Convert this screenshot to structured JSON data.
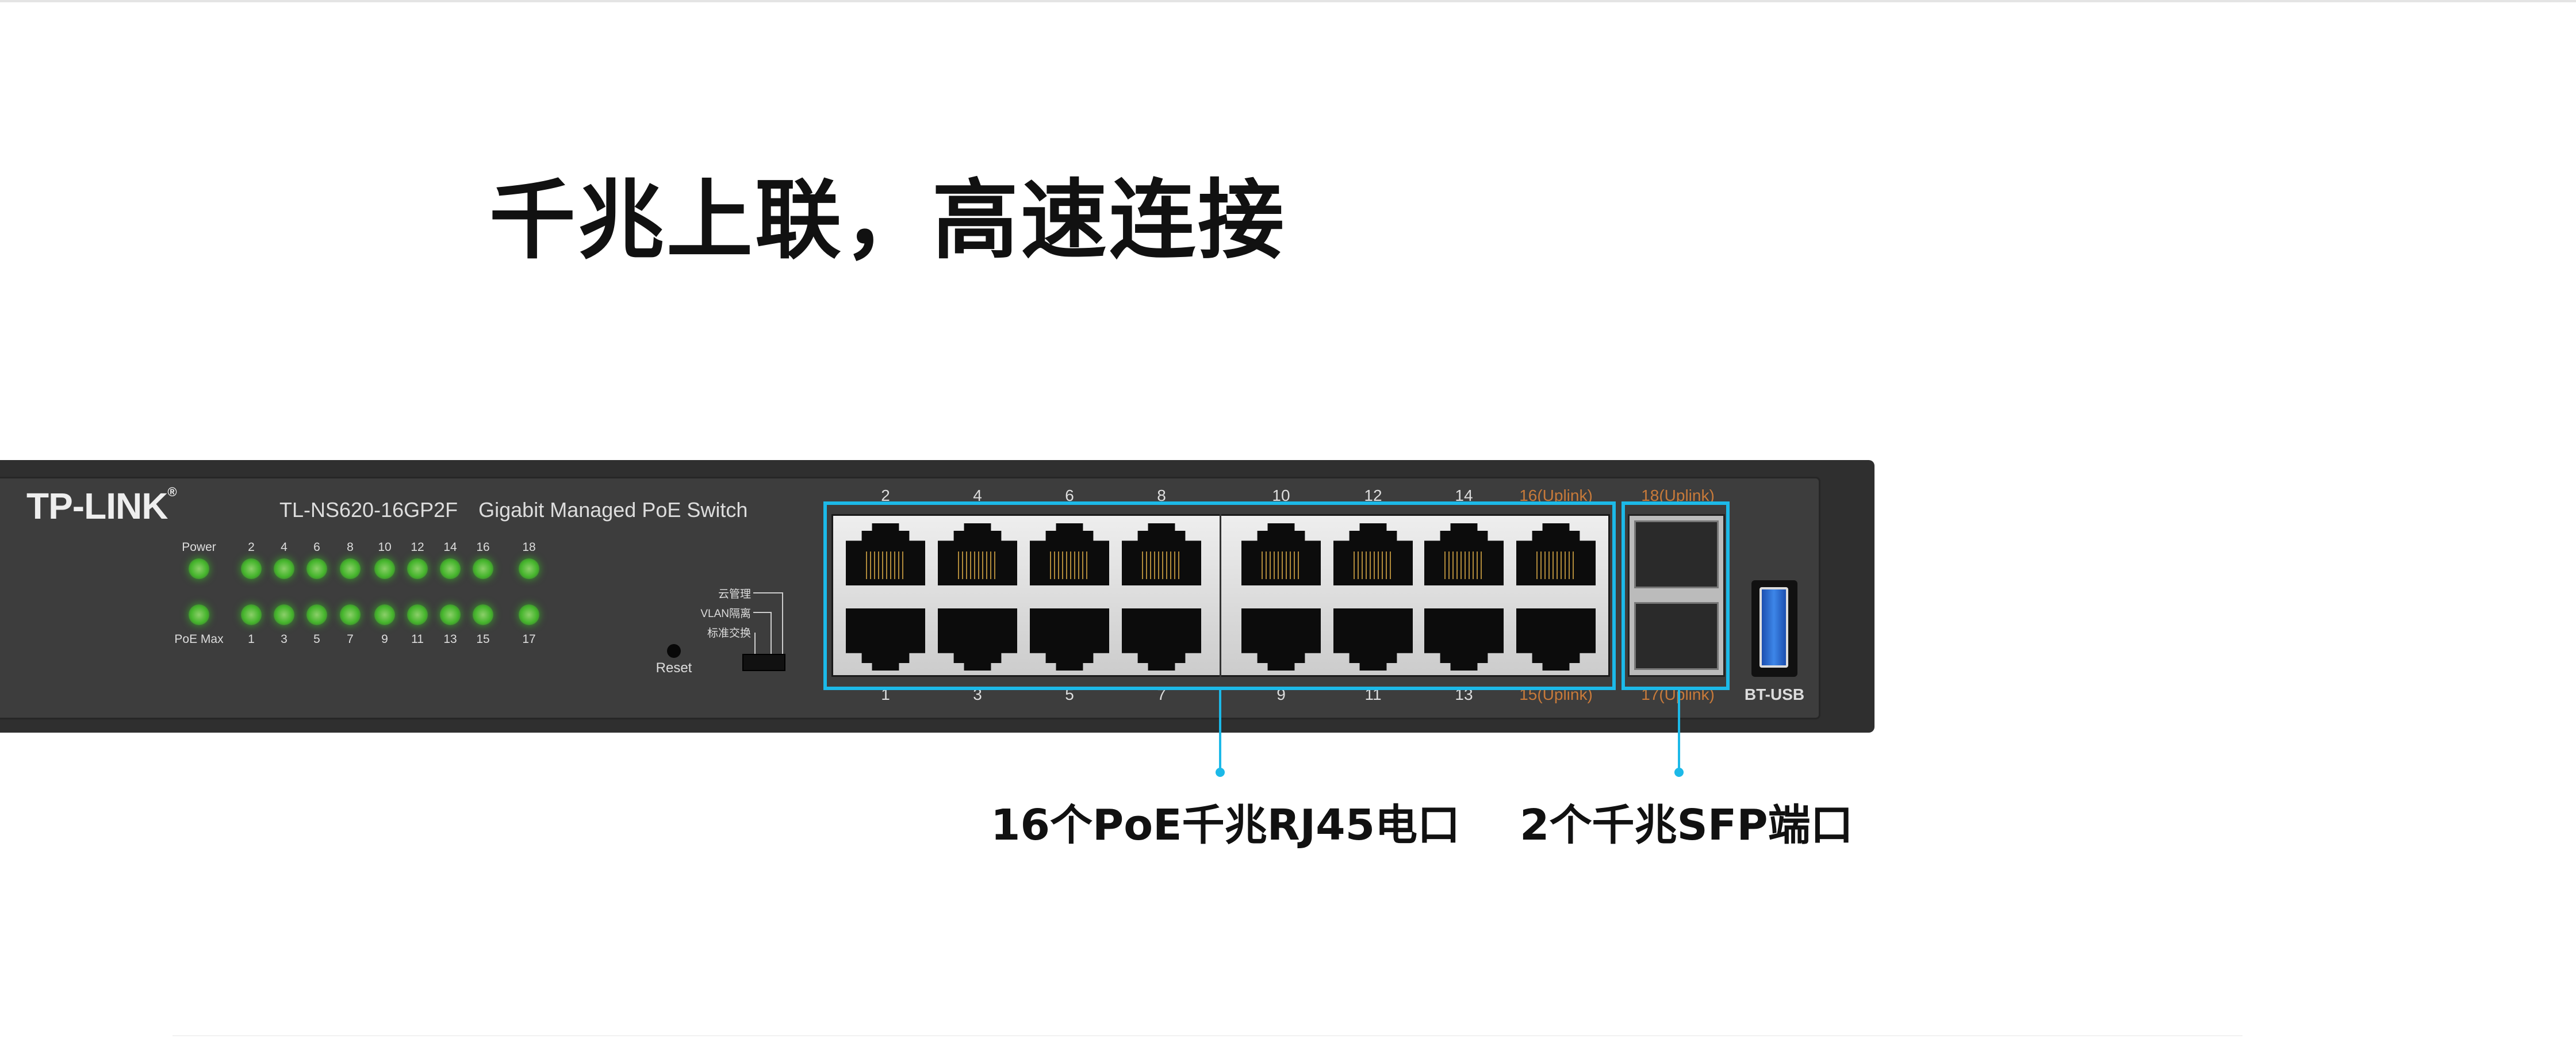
{
  "heading": "千兆上联，高速连接",
  "device": {
    "brand": "TP-LINK",
    "model": "TL-NS620-16GP2F",
    "description": "Gigabit Managed PoE Switch",
    "led_top_labels": [
      "Power",
      "2",
      "4",
      "6",
      "8",
      "10",
      "12",
      "14",
      "16",
      "18"
    ],
    "led_bottom_labels": [
      "PoE Max",
      "1",
      "3",
      "5",
      "7",
      "9",
      "11",
      "13",
      "15",
      "17"
    ],
    "reset_label": "Reset",
    "mode_switch_labels": [
      "云管理",
      "VLAN隔离",
      "标准交换"
    ],
    "rj45_top_labels": [
      "2",
      "4",
      "6",
      "8",
      "10",
      "12",
      "14",
      "16(Uplink)"
    ],
    "rj45_bottom_labels": [
      "1",
      "3",
      "5",
      "7",
      "9",
      "11",
      "13",
      "15(Uplink)"
    ],
    "sfp_top_label": "18(Uplink)",
    "sfp_bottom_label": "17(Uplink)",
    "usb_label": "BT-USB",
    "led_color": "#45b52c",
    "uplink_label_color": "#c87a3a"
  },
  "callouts": {
    "rj45": "16个PoE千兆RJ45电口",
    "sfp": "2个千兆SFP端口",
    "highlight_color": "#1cb9e8"
  }
}
